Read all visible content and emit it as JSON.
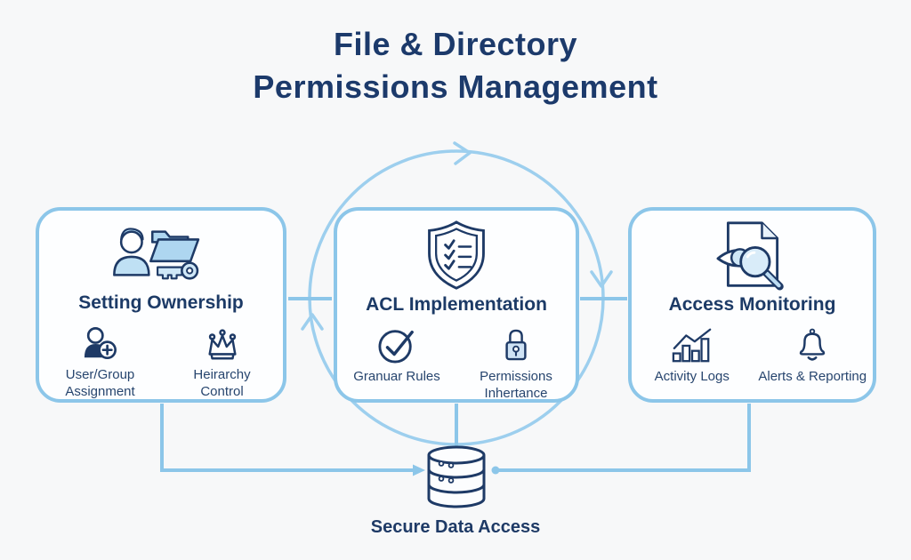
{
  "title": {
    "line1": "File & Directory",
    "line2": "Permissions Management"
  },
  "boxes": [
    {
      "title": "Setting Ownership",
      "icon": "user-folder-key-icon",
      "items": [
        {
          "label": "User/Group\nAssignment",
          "icon": "user-plus-icon"
        },
        {
          "label": "Heirarchy\nControl",
          "icon": "crown-icon"
        }
      ]
    },
    {
      "title": "ACL Implementation",
      "icon": "shield-checklist-icon",
      "items": [
        {
          "label": "Granuar Rules",
          "icon": "check-circle-icon"
        },
        {
          "label": "Permissions\nInhertance",
          "icon": "padlock-icon"
        }
      ]
    },
    {
      "title": "Access Monitoring",
      "icon": "document-eye-magnifier-icon",
      "items": [
        {
          "label": "Activity Logs",
          "icon": "bar-chart-icon"
        },
        {
          "label": "Alerts & Reporting",
          "icon": "bell-icon"
        }
      ]
    }
  ],
  "footer": {
    "label": "Secure Data Access",
    "icon": "database-icon"
  },
  "colors": {
    "navy": "#1e3a66",
    "title_navy": "#1c3a6b",
    "box_border_blue": "#8cc6e9",
    "cycle_arc_blue": "#9dcfee",
    "icon_fill_light": "#aed6f0",
    "icon_fill_lighter": "#d9ecf9",
    "background": "#f7f8f9"
  }
}
